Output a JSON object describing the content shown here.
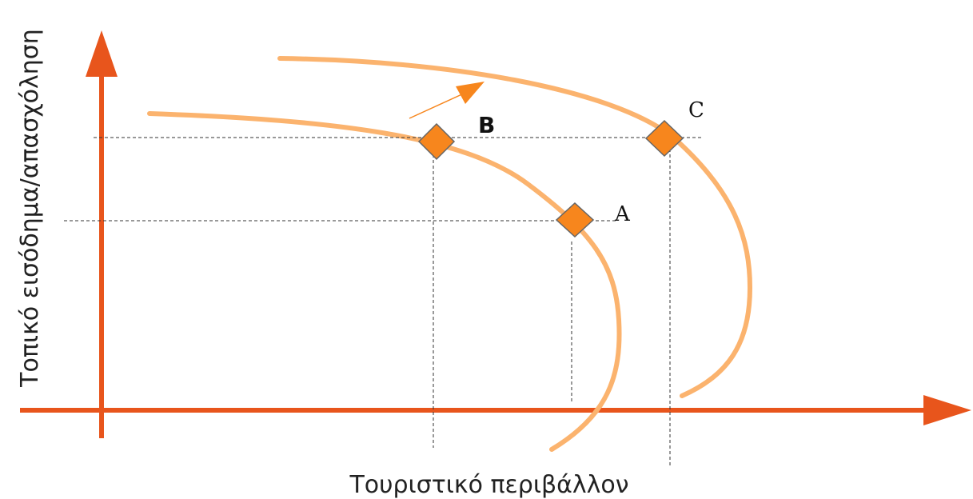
{
  "diagram": {
    "y_axis_label": "Τοπικό εισόδημα/απασχόληση",
    "x_axis_label": "Τουριστικό περιβάλλον",
    "points": [
      {
        "id": "A",
        "label": "A"
      },
      {
        "id": "B",
        "label": "B"
      },
      {
        "id": "C",
        "label": "C"
      }
    ],
    "colors": {
      "axis": "#e8551c",
      "curve": "#fbb36e",
      "point": "#f7861d",
      "guide": "#333333"
    }
  }
}
